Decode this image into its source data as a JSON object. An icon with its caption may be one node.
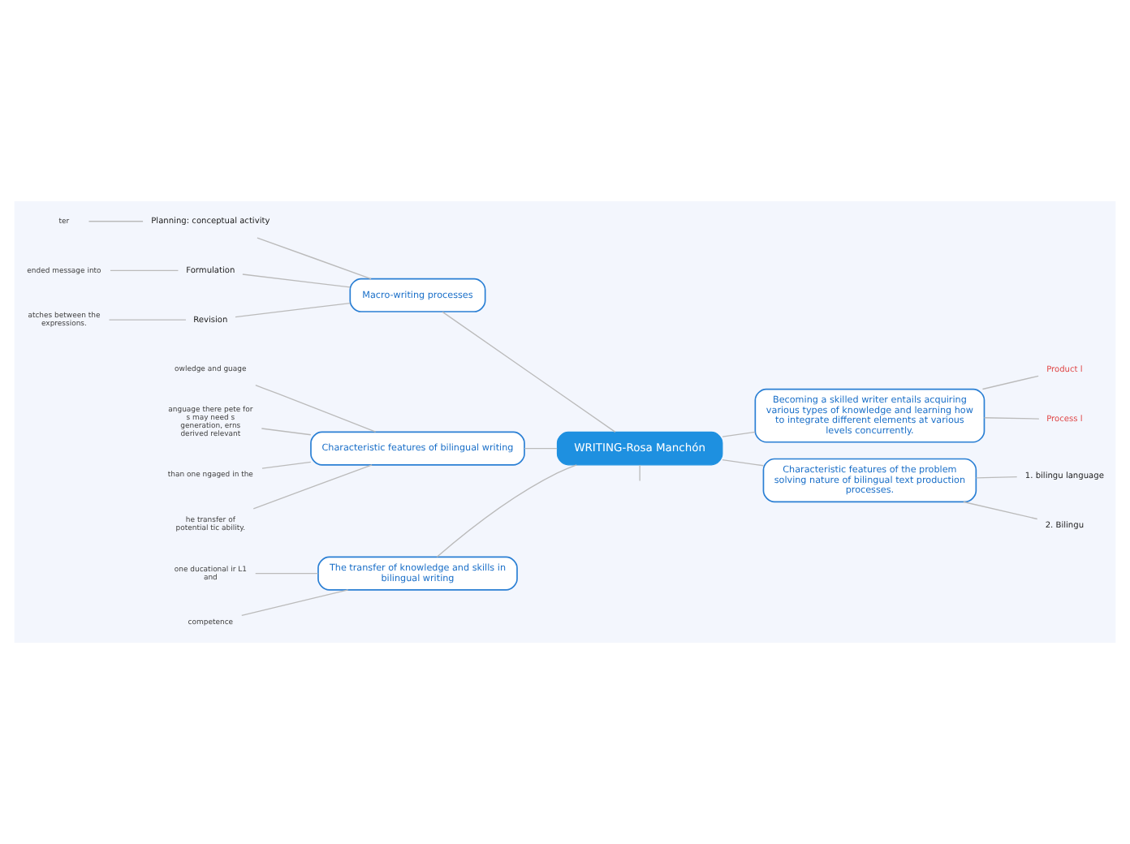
{
  "diagram": {
    "nodes": [
      {
        "text": [
          "WRITING-Rosa Manchón"
        ]
      },
      {
        "text": [
          "Becoming a skilled writer entails acquiring various types of knowledge and learning how to integrate different elements at various levels concurrently."
        ]
      },
      {
        "text": [
          "Product l"
        ]
      },
      {
        "text": [
          "Process l"
        ]
      },
      {
        "text": [
          "Macro-writing processes"
        ]
      },
      {
        "text": [
          "Planning: conceptual activity"
        ]
      },
      {
        "text": [
          "ter"
        ]
      },
      {
        "text": [
          "Formulation"
        ]
      },
      {
        "text": [
          "ended message into"
        ]
      },
      {
        "text": [
          "Revision"
        ]
      },
      {
        "text": [
          "atches between the expressions."
        ]
      },
      {
        "text": [
          "Characteristic features of bilingual writing"
        ]
      },
      {
        "text": [
          "owledge and guage"
        ]
      },
      {
        "text": [
          "anguage there pete for s may need s generation, erns derived relevant"
        ]
      },
      {
        "text": [
          "than one ngaged in the"
        ]
      },
      {
        "text": [
          "he transfer of potential tic ability."
        ]
      },
      {
        "text": [
          "The transfer of knowledge and skills in bilingual writing"
        ]
      },
      {
        "text": [
          "one ducational ir L1 and"
        ]
      },
      {
        "text": [
          "competence"
        ]
      },
      {
        "text": [
          "Characteristic features of the problem solving nature of bilingual text production processes."
        ]
      },
      {
        "text": [
          "1. bilingu language"
        ]
      },
      {
        "text": [
          "2. Bilingu"
        ]
      }
    ],
    "edges": [
      {
        "from": 0,
        "to": null,
        "arrow": "none"
      },
      {
        "from": 0,
        "to": 1,
        "arrow": "none"
      },
      {
        "from": 1,
        "to": 2,
        "arrow": "none"
      },
      {
        "from": 1,
        "to": 3,
        "arrow": "none"
      },
      {
        "from": 4,
        "to": 0,
        "arrow": "none"
      },
      {
        "from": 5,
        "to": 4,
        "arrow": "none"
      },
      {
        "from": 6,
        "to": 5,
        "arrow": "none"
      },
      {
        "from": 7,
        "to": 4,
        "arrow": "none"
      },
      {
        "from": 8,
        "to": 7,
        "arrow": "none"
      },
      {
        "from": 9,
        "to": 4,
        "arrow": "none"
      },
      {
        "from": 10,
        "to": 9,
        "arrow": "none"
      },
      {
        "from": 11,
        "to": 0,
        "arrow": "none"
      },
      {
        "from": 12,
        "to": 11,
        "arrow": "none"
      },
      {
        "from": 13,
        "to": 11,
        "arrow": "none"
      },
      {
        "from": 14,
        "to": 11,
        "arrow": "none"
      },
      {
        "from": 15,
        "to": 11,
        "arrow": "none"
      },
      {
        "from": 16,
        "to": 0,
        "arrow": "none"
      },
      {
        "from": 17,
        "to": 16,
        "arrow": "none"
      },
      {
        "from": 18,
        "to": 16,
        "arrow": "none"
      },
      {
        "from": 0,
        "to": 19,
        "arrow": "none"
      },
      {
        "from": 19,
        "to": 20,
        "arrow": "none"
      },
      {
        "from": 19,
        "to": 21,
        "arrow": "none"
      }
    ]
  }
}
